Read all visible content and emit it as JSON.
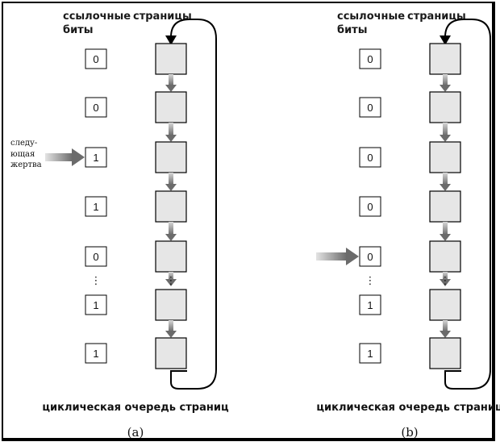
{
  "panels": [
    {
      "id": "a",
      "header_bits": [
        "ссылочные",
        "биты"
      ],
      "header_pages": "страницы",
      "bits": [
        "0",
        "0",
        "1",
        "1",
        "0",
        "1",
        "1"
      ],
      "victim_label": [
        "следу-",
        "ющая",
        "жертва"
      ],
      "pointer_index": 2,
      "caption": "циклическая очередь страниц",
      "sublabel": "(a)"
    },
    {
      "id": "b",
      "header_bits": [
        "ссылочные",
        "биты"
      ],
      "header_pages": "страницы",
      "bits": [
        "0",
        "0",
        "0",
        "0",
        "0",
        "1",
        "1"
      ],
      "victim_label": [],
      "pointer_index": 4,
      "caption": "циклическая очередь страниц",
      "sublabel": "(b)"
    }
  ],
  "ellipsis": "⋮",
  "colors": {
    "page_fill": "#e6e6e6",
    "arrow_dark": "#6b6b6b",
    "arrow_light": "#d8d8d8",
    "stroke": "#000000"
  },
  "icons": {
    "down_arrow": "gradient-down-arrow-icon",
    "pointer": "gradient-right-arrow-icon",
    "loop": "circular-return-arrow-icon"
  }
}
